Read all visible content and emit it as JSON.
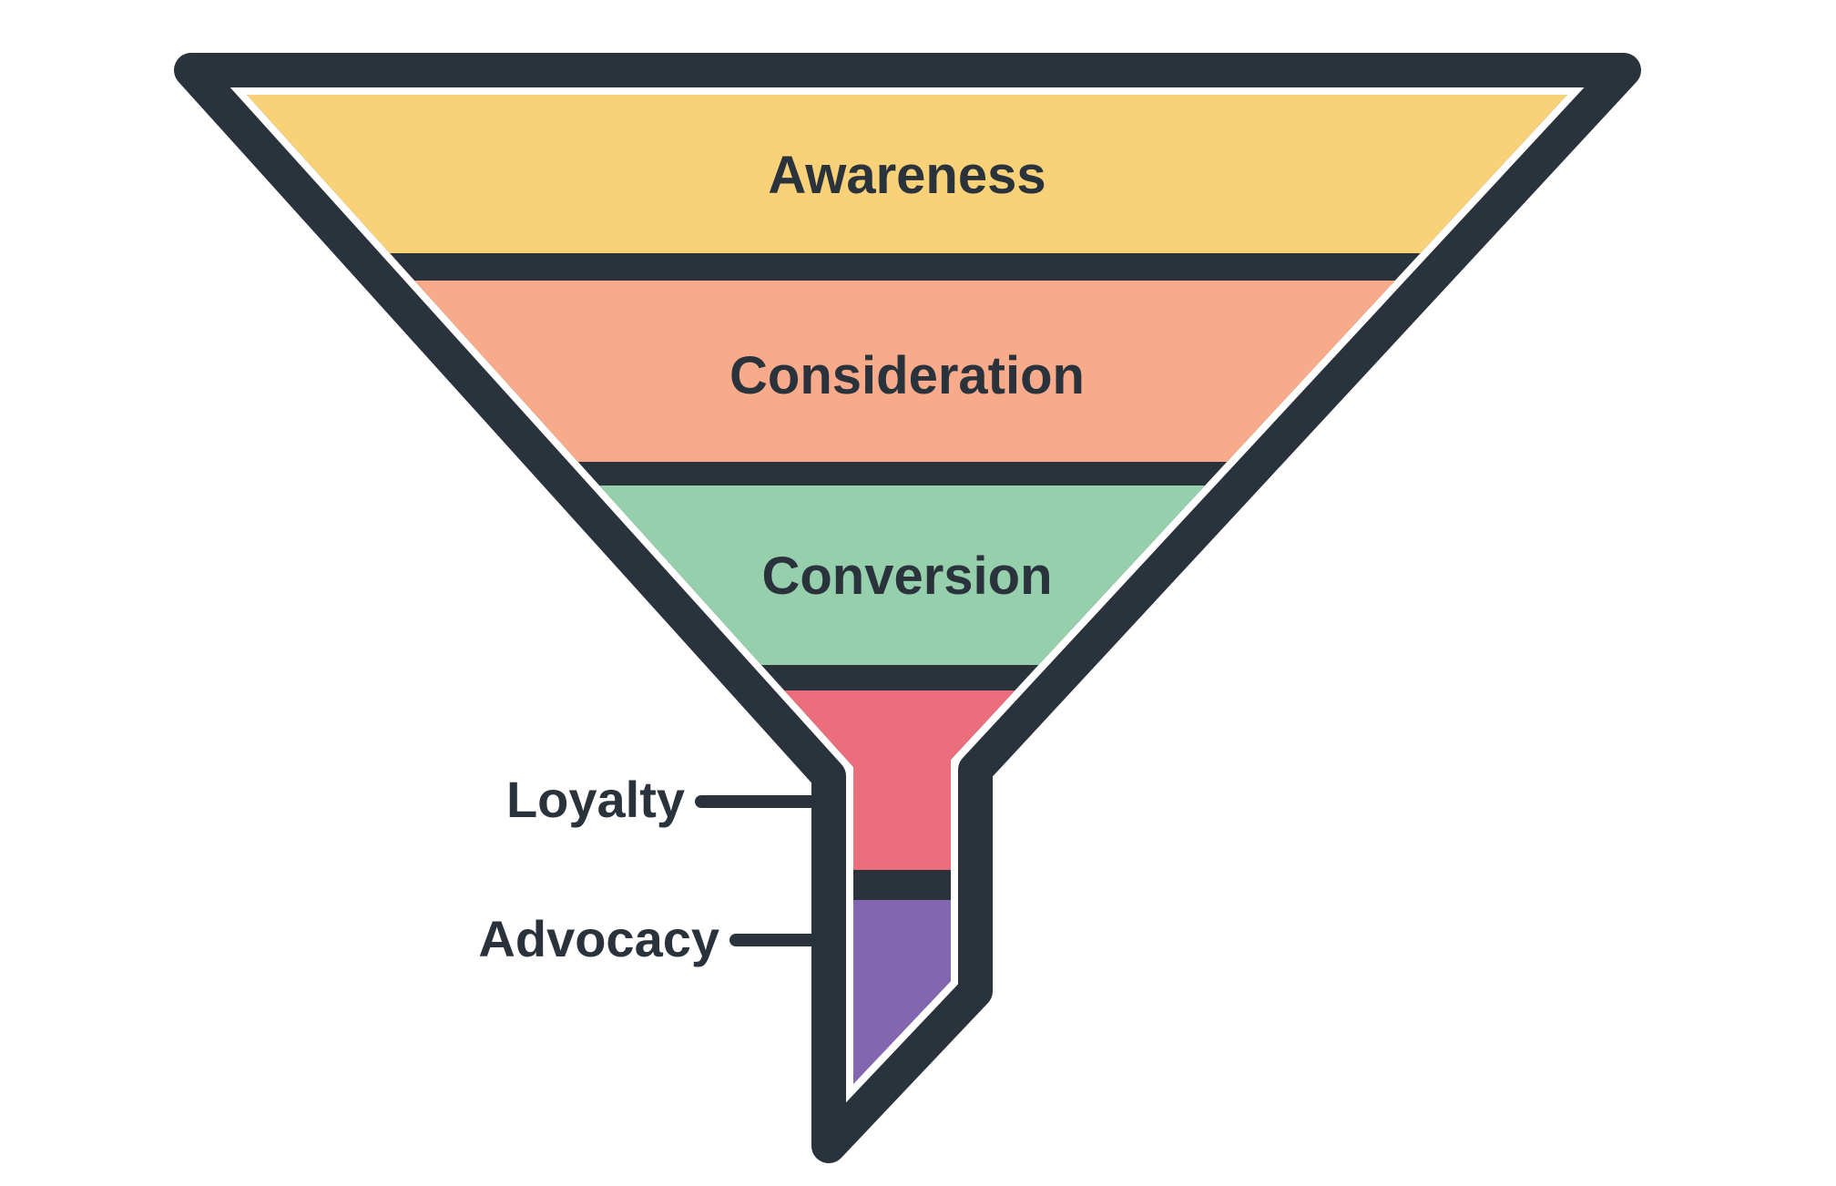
{
  "diagram": {
    "type": "marketing-funnel",
    "colors": {
      "outline": "#2a333c",
      "gap": "#ffffff",
      "background": "#ffffff"
    },
    "stages": [
      {
        "label": "Awareness",
        "color": "#f8d178",
        "label_position": "inside"
      },
      {
        "label": "Consideration",
        "color": "#f7ab8a",
        "label_position": "inside"
      },
      {
        "label": "Conversion",
        "color": "#96cfac",
        "label_position": "inside"
      },
      {
        "label": "Loyalty",
        "color": "#ea6e7c",
        "label_position": "outside-left"
      },
      {
        "label": "Advocacy",
        "color": "#8267b0",
        "label_position": "outside-left"
      }
    ]
  }
}
